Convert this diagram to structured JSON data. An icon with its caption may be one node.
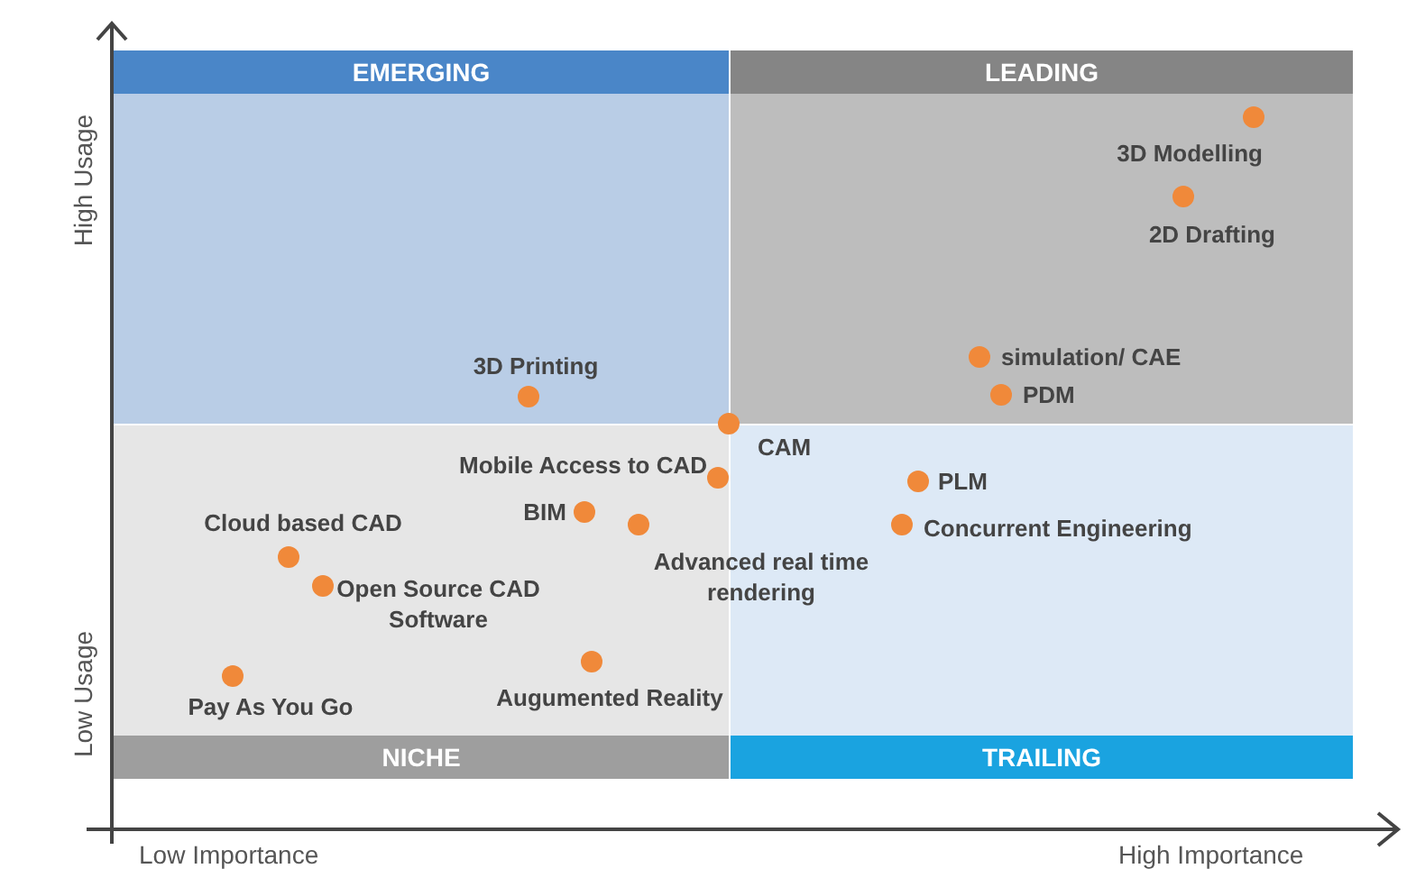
{
  "diagram": {
    "nodes": [
      {
        "text": [
          "EMERGING"
        ]
      },
      {
        "text": [
          "LEADING"
        ]
      },
      {
        "text": [
          "NICHE"
        ]
      },
      {
        "text": [
          "TRAILING"
        ]
      },
      {
        "text": [],
        "shape": "circle",
        "beside": [
          "3D Modelling"
        ],
        "in": 1
      },
      {
        "text": [],
        "shape": "circle",
        "beside": [
          "2D Drafting"
        ],
        "in": 1
      },
      {
        "text": [],
        "shape": "circle",
        "beside": [
          "simulation/ CAE"
        ],
        "in": 1
      },
      {
        "text": [],
        "shape": "circle",
        "beside": [
          "PDM"
        ],
        "in": 1
      },
      {
        "text": [],
        "shape": "circle",
        "beside": [
          "3D Printing"
        ],
        "in": 0
      },
      {
        "text": [],
        "shape": "circle",
        "beside": [
          "CAM"
        ]
      },
      {
        "text": [],
        "shape": "circle",
        "beside": [
          "Mobile Access to CAD"
        ],
        "in": 2
      },
      {
        "text": [],
        "shape": "circle",
        "beside": [
          "PLM"
        ],
        "in": 3
      },
      {
        "text": [],
        "shape": "circle",
        "beside": [
          "BIM"
        ],
        "in": 2
      },
      {
        "text": [],
        "shape": "circle",
        "beside": [
          "Advanced real time rendering"
        ],
        "in": 2
      },
      {
        "text": [],
        "shape": "circle",
        "beside": [
          "Concurrent Engineering"
        ],
        "in": 3
      },
      {
        "text": [],
        "shape": "circle",
        "beside": [
          "Cloud based CAD"
        ],
        "in": 2
      },
      {
        "text": [],
        "shape": "circle",
        "beside": [
          "Open Source CAD Software"
        ],
        "in": 2
      },
      {
        "text": [],
        "shape": "circle",
        "beside": [
          "Augumented Reality"
        ],
        "in": 2
      },
      {
        "text": [],
        "shape": "circle",
        "beside": [
          "Pay As You Go"
        ],
        "in": 2
      }
    ],
    "edges": [],
    "labels": [
      "High Usage",
      "Low Usage",
      "Low Importance",
      "High Importance"
    ]
  }
}
